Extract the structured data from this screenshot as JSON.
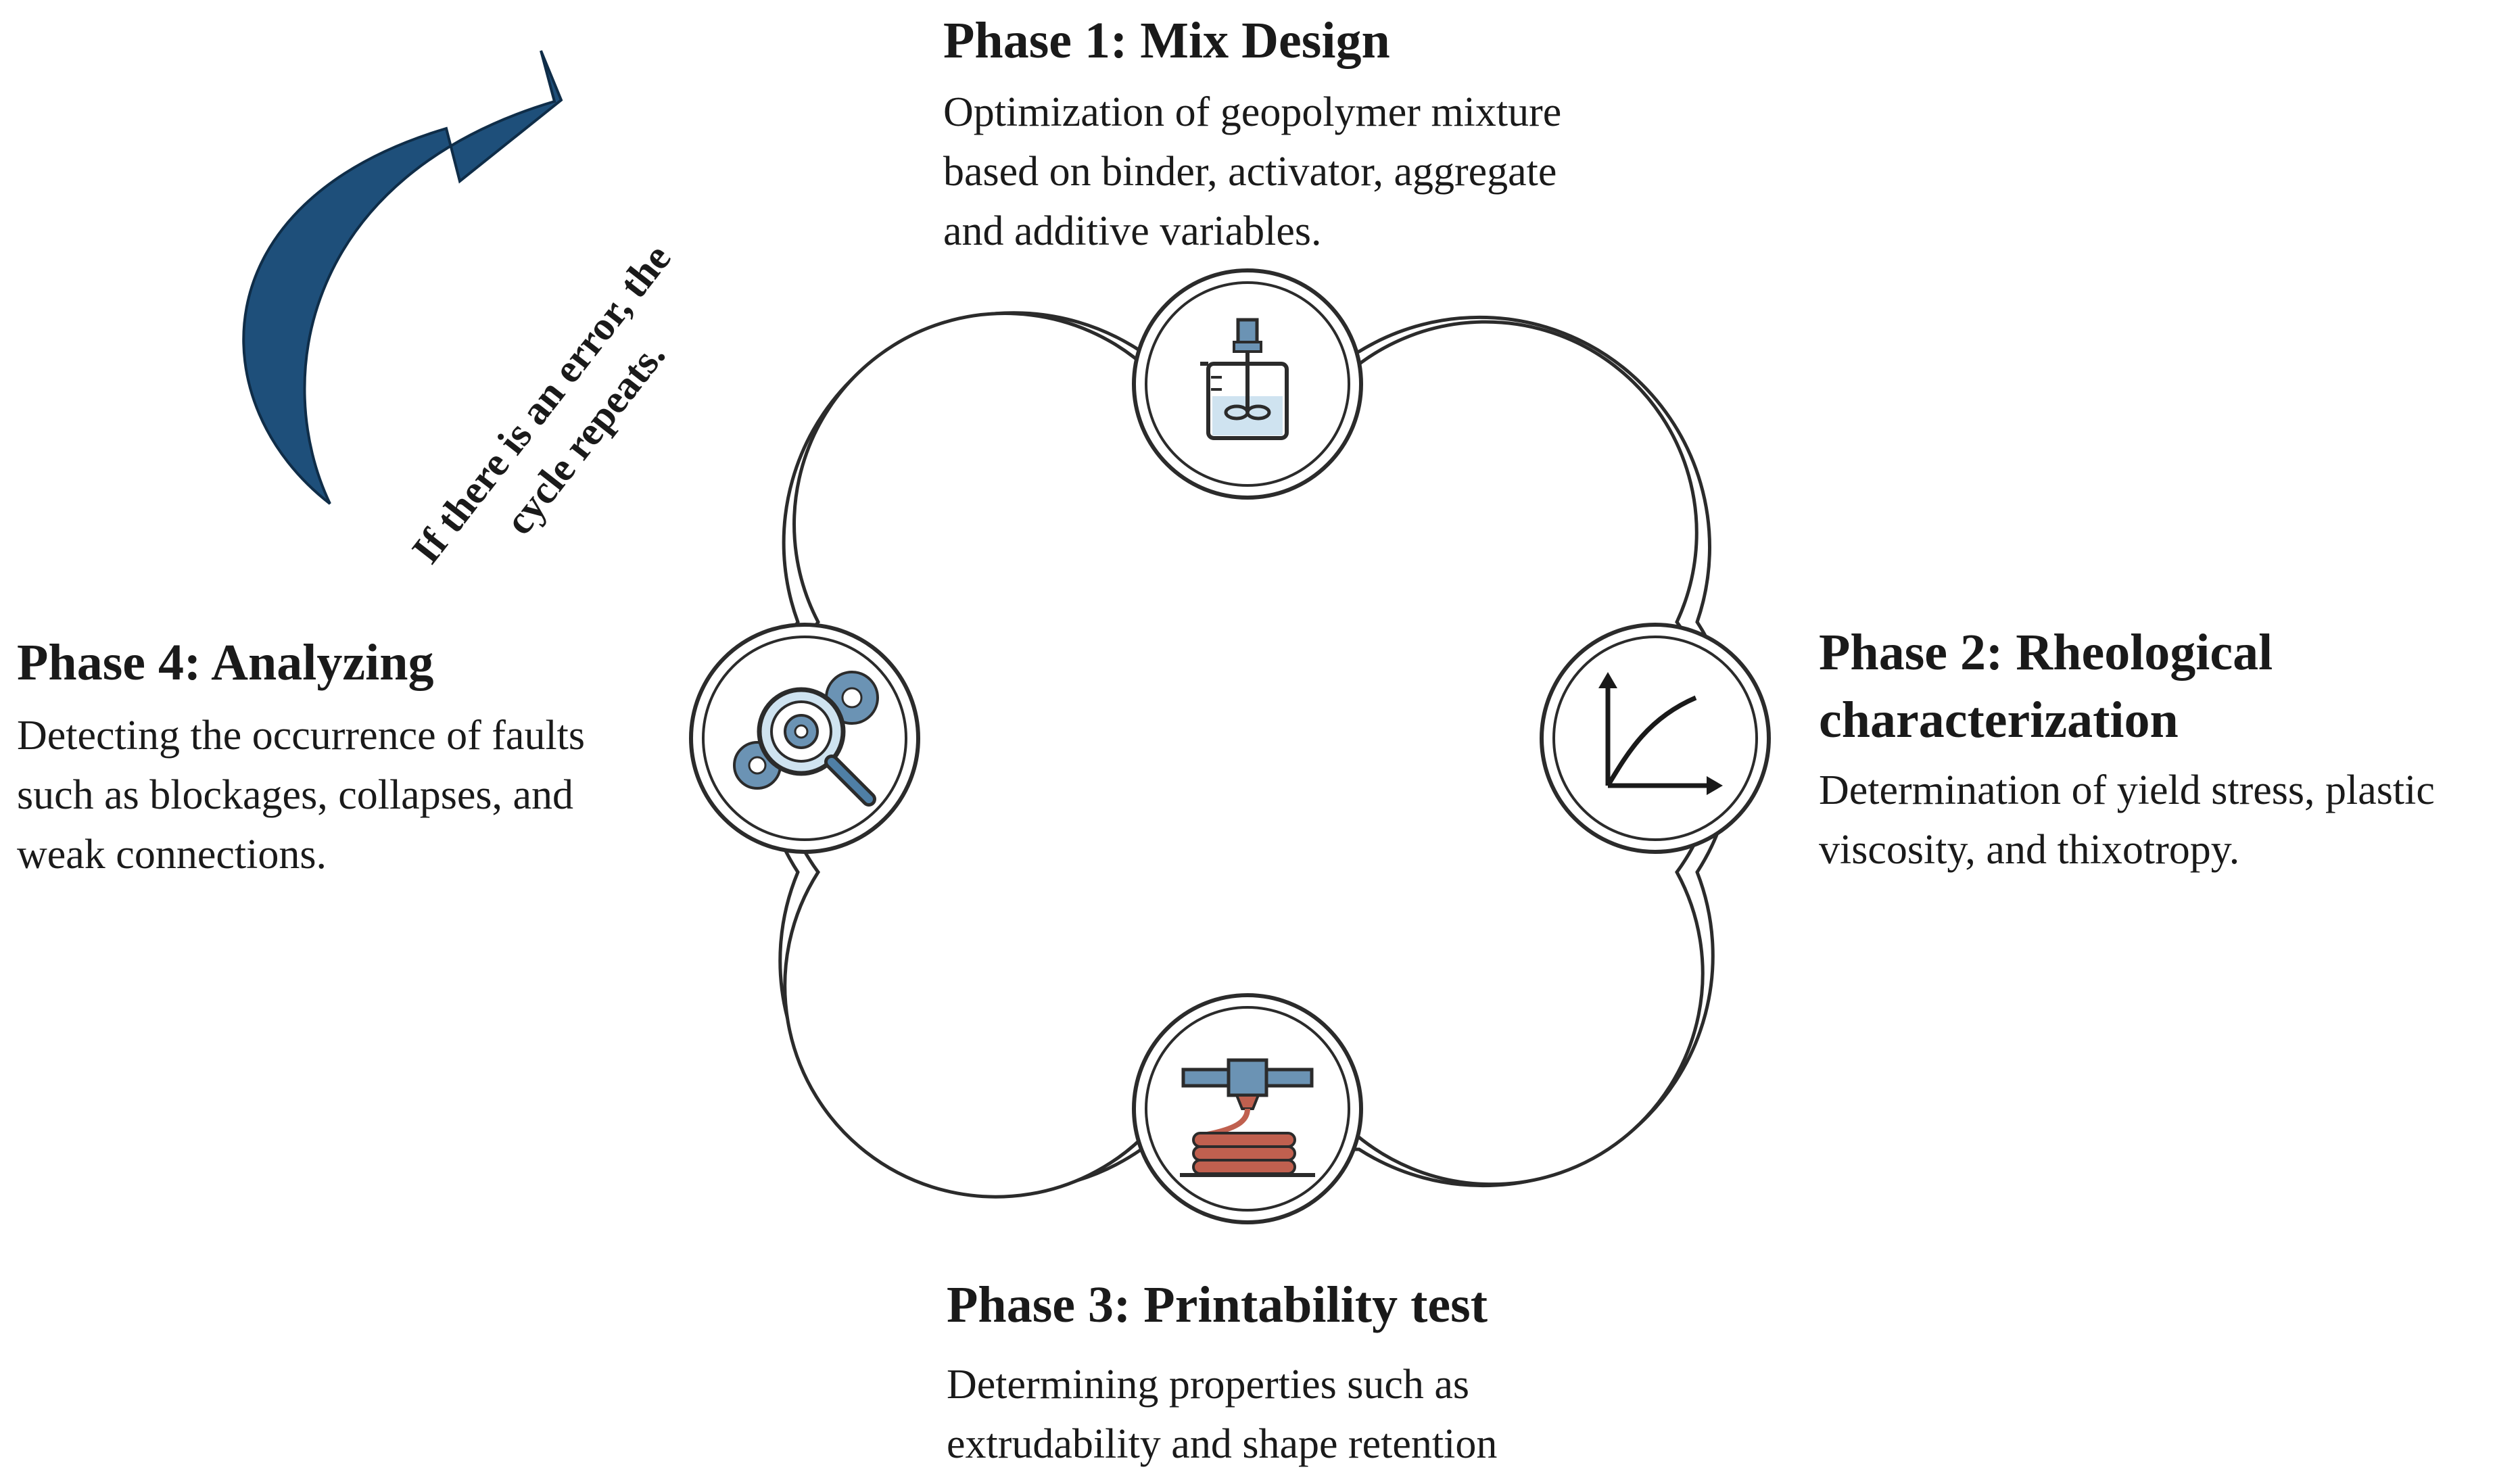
{
  "phases": [
    {
      "title": "Phase 1: Mix Design",
      "lines": [
        "Optimization of geopolymer mixture",
        "based on binder, activator, aggregate",
        "and additive variables."
      ],
      "icon": "mixer-beaker-icon"
    },
    {
      "title_lines": [
        "Phase 2: Rheological",
        "characterization"
      ],
      "lines": [
        "Determination of yield stress, plastic",
        "viscosity, and thixotropy."
      ],
      "icon": "flow-curve-graph-icon"
    },
    {
      "title": "Phase 3: Printability test",
      "lines": [
        "Determining properties such as",
        "extrudability and shape retention"
      ],
      "icon": "3d-printer-nozzle-icon"
    },
    {
      "title": "Phase 4: Analyzing",
      "lines": [
        "Detecting the occurrence of faults",
        "such as blockages, collapses, and",
        "weak connections."
      ],
      "icon": "magnifier-gears-icon"
    }
  ],
  "repeat_note": [
    "If there is an error, the",
    "cycle repeats."
  ],
  "colors": {
    "arrow": "#1e4f7a",
    "outline": "#2b2b2b",
    "icon_blue": "#6b93b4",
    "icon_light": "#cfe3f0",
    "icon_red": "#c0604f",
    "text": "#1a1a1a"
  }
}
